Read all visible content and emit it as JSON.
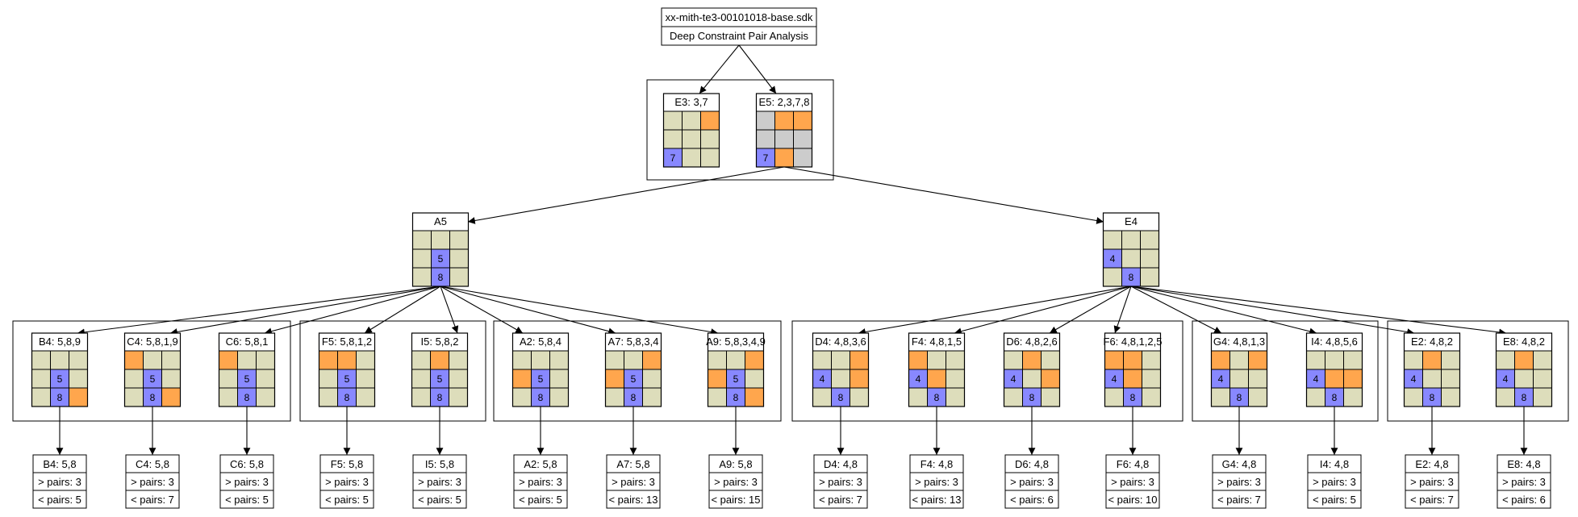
{
  "colors": {
    "c": "#ddddbb",
    "o": "#ffa64d",
    "b": "#8888ff",
    "g": "#cccccc",
    "stroke": "#000000",
    "background": "#ffffff"
  },
  "header": {
    "file_label": "xx-mith-te3-00101018-base.sdk",
    "subtitle": "Deep Constraint Pair Analysis"
  },
  "top_nodes": [
    {
      "label": "E3: 3,7",
      "cells": [
        "c",
        "c",
        "o",
        "c",
        "c",
        "c",
        "b",
        "c",
        "c"
      ],
      "nums": [
        "",
        "",
        "",
        "",
        "",
        "",
        "7",
        "",
        ""
      ]
    },
    {
      "label": "E5: 2,3,7,8",
      "cells": [
        "g",
        "o",
        "o",
        "g",
        "g",
        "g",
        "b",
        "o",
        "g"
      ],
      "nums": [
        "",
        "",
        "",
        "",
        "",
        "",
        "7",
        "",
        ""
      ]
    }
  ],
  "mid_nodes": [
    {
      "label": "A5",
      "cells": [
        "c",
        "c",
        "c",
        "c",
        "b",
        "c",
        "c",
        "b",
        "c"
      ],
      "nums": [
        "",
        "",
        "",
        "",
        "5",
        "",
        "",
        "8",
        ""
      ]
    },
    {
      "label": "E4",
      "cells": [
        "c",
        "c",
        "c",
        "b",
        "c",
        "c",
        "c",
        "b",
        "c"
      ],
      "nums": [
        "",
        "",
        "",
        "4",
        "",
        "",
        "",
        "8",
        ""
      ]
    }
  ],
  "leaves": [
    {
      "label": "B4: 5,8,9",
      "cells": [
        "c",
        "c",
        "c",
        "c",
        "b",
        "c",
        "c",
        "b",
        "o"
      ],
      "nums": [
        "",
        "",
        "",
        "",
        "5",
        "",
        "",
        "8",
        ""
      ],
      "result": {
        "title": "B4: 5,8",
        "gt": "> pairs: 3",
        "lt": "< pairs: 5"
      }
    },
    {
      "label": "C4: 5,8,1,9",
      "cells": [
        "o",
        "c",
        "c",
        "c",
        "b",
        "c",
        "c",
        "b",
        "o"
      ],
      "nums": [
        "",
        "",
        "",
        "",
        "5",
        "",
        "",
        "8",
        ""
      ],
      "result": {
        "title": "C4: 5,8",
        "gt": "> pairs: 3",
        "lt": "< pairs: 7"
      }
    },
    {
      "label": "C6: 5,8,1",
      "cells": [
        "o",
        "c",
        "c",
        "c",
        "b",
        "c",
        "c",
        "b",
        "c"
      ],
      "nums": [
        "",
        "",
        "",
        "",
        "5",
        "",
        "",
        "8",
        ""
      ],
      "result": {
        "title": "C6: 5,8",
        "gt": "> pairs: 3",
        "lt": "< pairs: 5"
      }
    },
    {
      "label": "F5: 5,8,1,2",
      "cells": [
        "o",
        "o",
        "c",
        "c",
        "b",
        "c",
        "c",
        "b",
        "c"
      ],
      "nums": [
        "",
        "",
        "",
        "",
        "5",
        "",
        "",
        "8",
        ""
      ],
      "result": {
        "title": "F5: 5,8",
        "gt": "> pairs: 3",
        "lt": "< pairs: 5"
      }
    },
    {
      "label": "I5: 5,8,2",
      "cells": [
        "c",
        "o",
        "c",
        "c",
        "b",
        "c",
        "c",
        "b",
        "c"
      ],
      "nums": [
        "",
        "",
        "",
        "",
        "5",
        "",
        "",
        "8",
        ""
      ],
      "result": {
        "title": "I5: 5,8",
        "gt": "> pairs: 3",
        "lt": "< pairs: 5"
      }
    },
    {
      "label": "A2: 5,8,4",
      "cells": [
        "c",
        "c",
        "c",
        "o",
        "b",
        "c",
        "c",
        "b",
        "c"
      ],
      "nums": [
        "",
        "",
        "",
        "",
        "5",
        "",
        "",
        "8",
        ""
      ],
      "result": {
        "title": "A2: 5,8",
        "gt": "> pairs: 3",
        "lt": "< pairs: 5"
      }
    },
    {
      "label": "A7: 5,8,3,4",
      "cells": [
        "c",
        "c",
        "o",
        "o",
        "b",
        "c",
        "c",
        "b",
        "c"
      ],
      "nums": [
        "",
        "",
        "",
        "",
        "5",
        "",
        "",
        "8",
        ""
      ],
      "result": {
        "title": "A7: 5,8",
        "gt": "> pairs: 3",
        "lt": "< pairs: 13"
      }
    },
    {
      "label": "A9: 5,8,3,4,9",
      "cells": [
        "c",
        "c",
        "o",
        "o",
        "b",
        "c",
        "c",
        "b",
        "o"
      ],
      "nums": [
        "",
        "",
        "",
        "",
        "5",
        "",
        "",
        "8",
        ""
      ],
      "result": {
        "title": "A9: 5,8",
        "gt": "> pairs: 3",
        "lt": "< pairs: 15"
      }
    },
    {
      "label": "D4: 4,8,3,6",
      "cells": [
        "c",
        "c",
        "o",
        "b",
        "c",
        "o",
        "c",
        "b",
        "c"
      ],
      "nums": [
        "",
        "",
        "",
        "4",
        "",
        "",
        "",
        "8",
        ""
      ],
      "result": {
        "title": "D4: 4,8",
        "gt": "> pairs: 3",
        "lt": "< pairs: 7"
      }
    },
    {
      "label": "F4: 4,8,1,5",
      "cells": [
        "o",
        "c",
        "c",
        "b",
        "o",
        "c",
        "c",
        "b",
        "c"
      ],
      "nums": [
        "",
        "",
        "",
        "4",
        "",
        "",
        "",
        "8",
        ""
      ],
      "result": {
        "title": "F4: 4,8",
        "gt": "> pairs: 3",
        "lt": "< pairs: 13"
      }
    },
    {
      "label": "D6: 4,8,2,6",
      "cells": [
        "c",
        "o",
        "c",
        "b",
        "c",
        "o",
        "c",
        "b",
        "c"
      ],
      "nums": [
        "",
        "",
        "",
        "4",
        "",
        "",
        "",
        "8",
        ""
      ],
      "result": {
        "title": "D6: 4,8",
        "gt": "> pairs: 3",
        "lt": "< pairs: 6"
      }
    },
    {
      "label": "F6: 4,8,1,2,5",
      "cells": [
        "o",
        "o",
        "c",
        "b",
        "o",
        "c",
        "c",
        "b",
        "c"
      ],
      "nums": [
        "",
        "",
        "",
        "4",
        "",
        "",
        "",
        "8",
        ""
      ],
      "result": {
        "title": "F6: 4,8",
        "gt": "> pairs: 3",
        "lt": "< pairs: 10"
      }
    },
    {
      "label": "G4: 4,8,1,3",
      "cells": [
        "o",
        "c",
        "o",
        "b",
        "c",
        "c",
        "c",
        "b",
        "c"
      ],
      "nums": [
        "",
        "",
        "",
        "4",
        "",
        "",
        "",
        "8",
        ""
      ],
      "result": {
        "title": "G4: 4,8",
        "gt": "> pairs: 3",
        "lt": "< pairs: 7"
      }
    },
    {
      "label": "I4: 4,8,5,6",
      "cells": [
        "c",
        "c",
        "c",
        "b",
        "o",
        "o",
        "c",
        "b",
        "c"
      ],
      "nums": [
        "",
        "",
        "",
        "4",
        "",
        "",
        "",
        "8",
        ""
      ],
      "result": {
        "title": "I4: 4,8",
        "gt": "> pairs: 3",
        "lt": "< pairs: 5"
      }
    },
    {
      "label": "E2: 4,8,2",
      "cells": [
        "c",
        "o",
        "c",
        "b",
        "c",
        "c",
        "c",
        "b",
        "c"
      ],
      "nums": [
        "",
        "",
        "",
        "4",
        "",
        "",
        "",
        "8",
        ""
      ],
      "result": {
        "title": "E2: 4,8",
        "gt": "> pairs: 3",
        "lt": "< pairs: 7"
      }
    },
    {
      "label": "E8: 4,8,2",
      "cells": [
        "c",
        "o",
        "c",
        "b",
        "c",
        "c",
        "c",
        "b",
        "c"
      ],
      "nums": [
        "",
        "",
        "",
        "4",
        "",
        "",
        "",
        "8",
        ""
      ],
      "result": {
        "title": "E8: 4,8",
        "gt": "> pairs: 3",
        "lt": "< pairs: 6"
      }
    }
  ]
}
